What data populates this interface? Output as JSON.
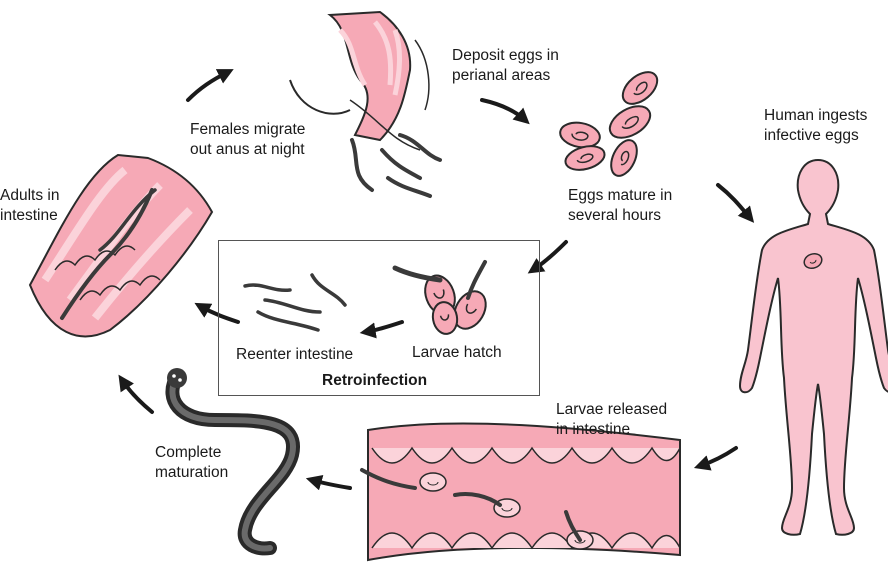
{
  "colors": {
    "tissue_fill": "#f6a9b6",
    "tissue_light": "#fbd3da",
    "body_fill": "#f9c4cf",
    "outline": "#2a2a2a",
    "worm": "#3a3a3a"
  },
  "stages": {
    "adults": "Adults in\nintestine",
    "females_migrate": "Females migrate\nout anus at night",
    "deposit_eggs": "Deposit eggs in\nperianal areas",
    "human_ingests": "Human ingests\ninfective eggs",
    "eggs_mature": "Eggs mature in\nseveral hours",
    "larvae_released": "Larvae released\nin intestine",
    "complete_maturation": "Complete\nmaturation"
  },
  "retroinfection": {
    "title": "Retroinfection",
    "larvae_hatch": "Larvae hatch",
    "reenter": "Reenter intestine"
  }
}
